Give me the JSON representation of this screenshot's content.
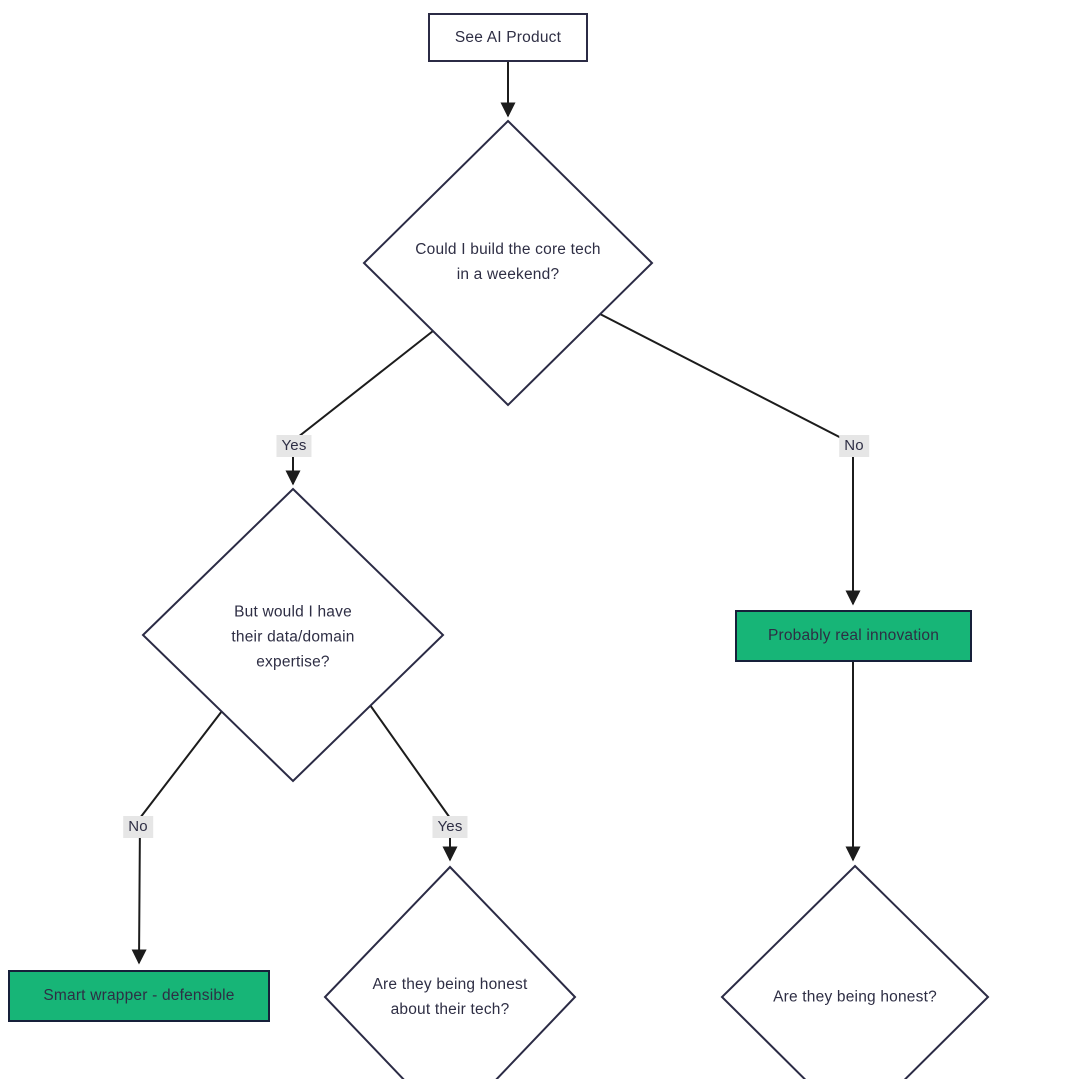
{
  "diagram": {
    "type": "flowchart",
    "direction": "top-down",
    "nodes": {
      "start": {
        "label": "See AI Product",
        "shape": "rect"
      },
      "d1": {
        "label": "Could I build the core tech\nin a weekend?",
        "shape": "decision"
      },
      "d2": {
        "label": "But would I have\ntheir data/domain\nexpertise?",
        "shape": "decision"
      },
      "d3": {
        "label": "Are they being honest\nabout their tech?",
        "shape": "decision"
      },
      "d4": {
        "label": "Are they being honest?",
        "shape": "decision"
      },
      "real_innovation": {
        "label": "Probably real innovation",
        "shape": "outcome"
      },
      "smart_wrapper": {
        "label": "Smart wrapper - defensible",
        "shape": "outcome"
      }
    },
    "edges": [
      {
        "from": "start",
        "to": "d1",
        "label": ""
      },
      {
        "from": "d1",
        "to": "d2",
        "label": "Yes"
      },
      {
        "from": "d1",
        "to": "real_innovation",
        "label": "No"
      },
      {
        "from": "d2",
        "to": "smart_wrapper",
        "label": "No"
      },
      {
        "from": "d2",
        "to": "d3",
        "label": "Yes"
      },
      {
        "from": "real_innovation",
        "to": "d4",
        "label": ""
      }
    ],
    "colors": {
      "background": "#ffffff",
      "node_border": "#2b2b45",
      "node_fill": "#ffffff",
      "text": "#2e2e44",
      "edge": "#1c1c1c",
      "outcome_fill": "#17b577",
      "outcome_border": "#17203a",
      "edge_label_bg": "#e6e6e6"
    }
  }
}
